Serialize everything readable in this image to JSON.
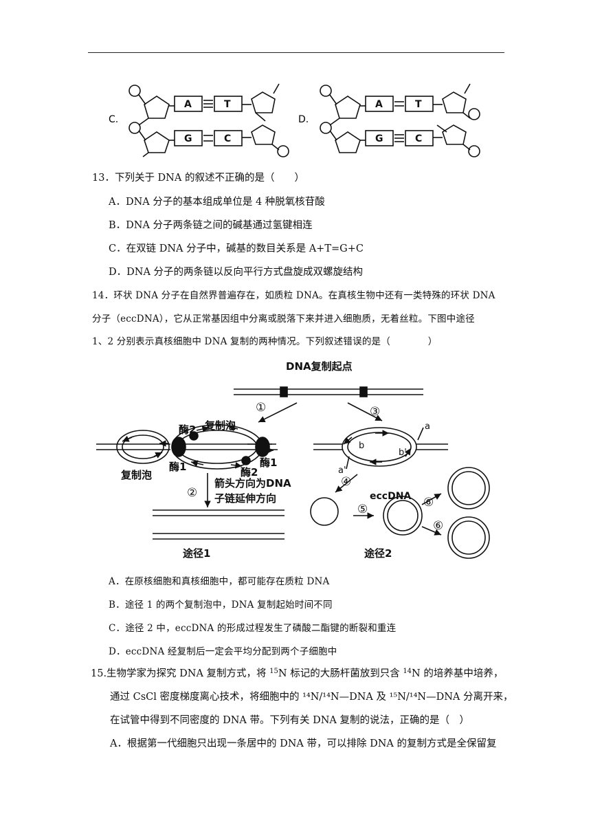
{
  "options_img": {
    "c_label": "C.",
    "d_label": "D.",
    "base_a": "A",
    "base_t": "T",
    "base_g": "G",
    "base_c": "C"
  },
  "q13": {
    "stem": "13．下列关于 DNA 的叙述不正确的是（　　）",
    "a": "A．DNA 分子的基本组成单位是 4 种脱氧核苷酸",
    "b": "B．DNA 分子两条链之间的碱基通过氢键相连",
    "c": "C．在双链 DNA 分子中，碱基的数目关系是 A+T=G+C",
    "d": "D．DNA 分子的两条链以反向平行方式盘旋成双螺旋结构"
  },
  "q14": {
    "line1": "14．环状 DNA 分子在自然界普遍存在，如质粒 DNA。在真核生物中还有一类特殊的环状 DNA",
    "line2": "分子（eccDNA），它从正常基因组中分离或脱落下来并进入细胞质，无着丝粒。下图中途径",
    "line3": "1、2 分别表示真核细胞中 DNA 复制的两种情况。下列叙述错误的是（　　　　）",
    "a": "A．在原核细胞和真核细胞中，都可能存在质粒 DNA",
    "b": "B．途径 1 的两个复制泡中，DNA 复制起始时间不同",
    "c": "C．途径 2 中，eccDNA 的形成过程发生了磷酸二酯键的断裂和重连",
    "d": "D．eccDNA 经复制后一定会平均分配到两个子细胞中"
  },
  "figure": {
    "origin": "DNA复制起点",
    "step1": "①",
    "step2": "②",
    "step3": "③",
    "step4": "④",
    "step5": "⑤",
    "step6a": "⑥",
    "step6b": "⑥",
    "bubble_top": "复制泡",
    "bubble_left": "复制泡",
    "enzyme2_top": "酶2",
    "enzyme1_left": "酶1",
    "enzyme1_right": "酶1",
    "enzyme2_bottom": "酶2",
    "arrow_note1": "箭头方向为DNA",
    "arrow_note2": "子链延伸方向",
    "lab_a": "a",
    "lab_b": "b",
    "lab_b2": "b'",
    "lab_a2": "a'",
    "ecc": "eccDNA",
    "path1": "途径1",
    "path2": "途径2"
  },
  "q15": {
    "line1_pre": "15.生物学家为探究 DNA 复制方式，将 ",
    "iso15": "15",
    "line1_mid": "N 标记的大肠杆菌放到只含 ",
    "iso14": "14",
    "line1_post": "N 的培养基中培养，",
    "line2": "通过 CsCl 密度梯度离心技术，将细胞中的 ¹⁴N/¹⁴N—DNA 及 ¹⁵N/¹⁴N—DNA 分离开来，",
    "line3": "在试管中得到不同密度的 DNA 带。下列有关 DNA 复制的说法，正确的是（　）",
    "a": "A．根据第一代细胞只出现一条居中的 DNA 带，可以排除 DNA 的复制方式是全保留复"
  }
}
